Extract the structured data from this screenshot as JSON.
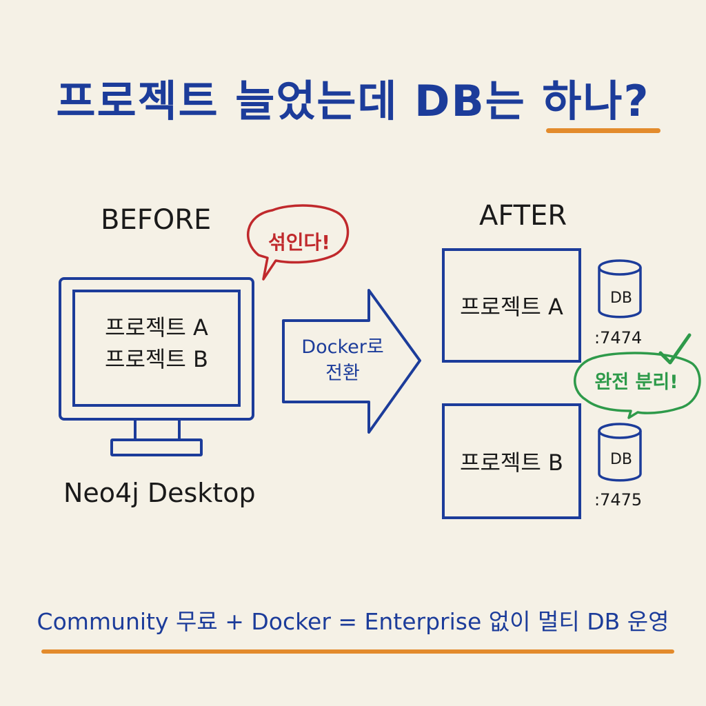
{
  "title": "프로젝트 늘었는데 DB는 하나?",
  "before": {
    "label": "BEFORE",
    "monitor_projects": [
      "프로젝트 A",
      "프로젝트 B"
    ],
    "caption": "Neo4j Desktop",
    "bubble": "섞인다!"
  },
  "arrow": {
    "line1": "Docker로",
    "line2": "전환"
  },
  "after": {
    "label": "AFTER",
    "project_a": "프로젝트 A",
    "project_b": "프로젝트 B",
    "db_a": "DB",
    "db_b": "DB",
    "port_a": ":7474",
    "port_b": ":7475",
    "bubble": "완전 분리!"
  },
  "footer": "Community 무료 + Docker = Enterprise 없이 멀티 DB 운영",
  "colors": {
    "blue": "#1c3c9a",
    "orange": "#e38b2c",
    "red": "#c0292c",
    "green": "#2e9a4a",
    "background": "#f5f1e6"
  },
  "icons": [
    "monitor-icon",
    "arrow-right-icon",
    "database-icon",
    "checkmark-icon",
    "speech-bubble-icon"
  ]
}
